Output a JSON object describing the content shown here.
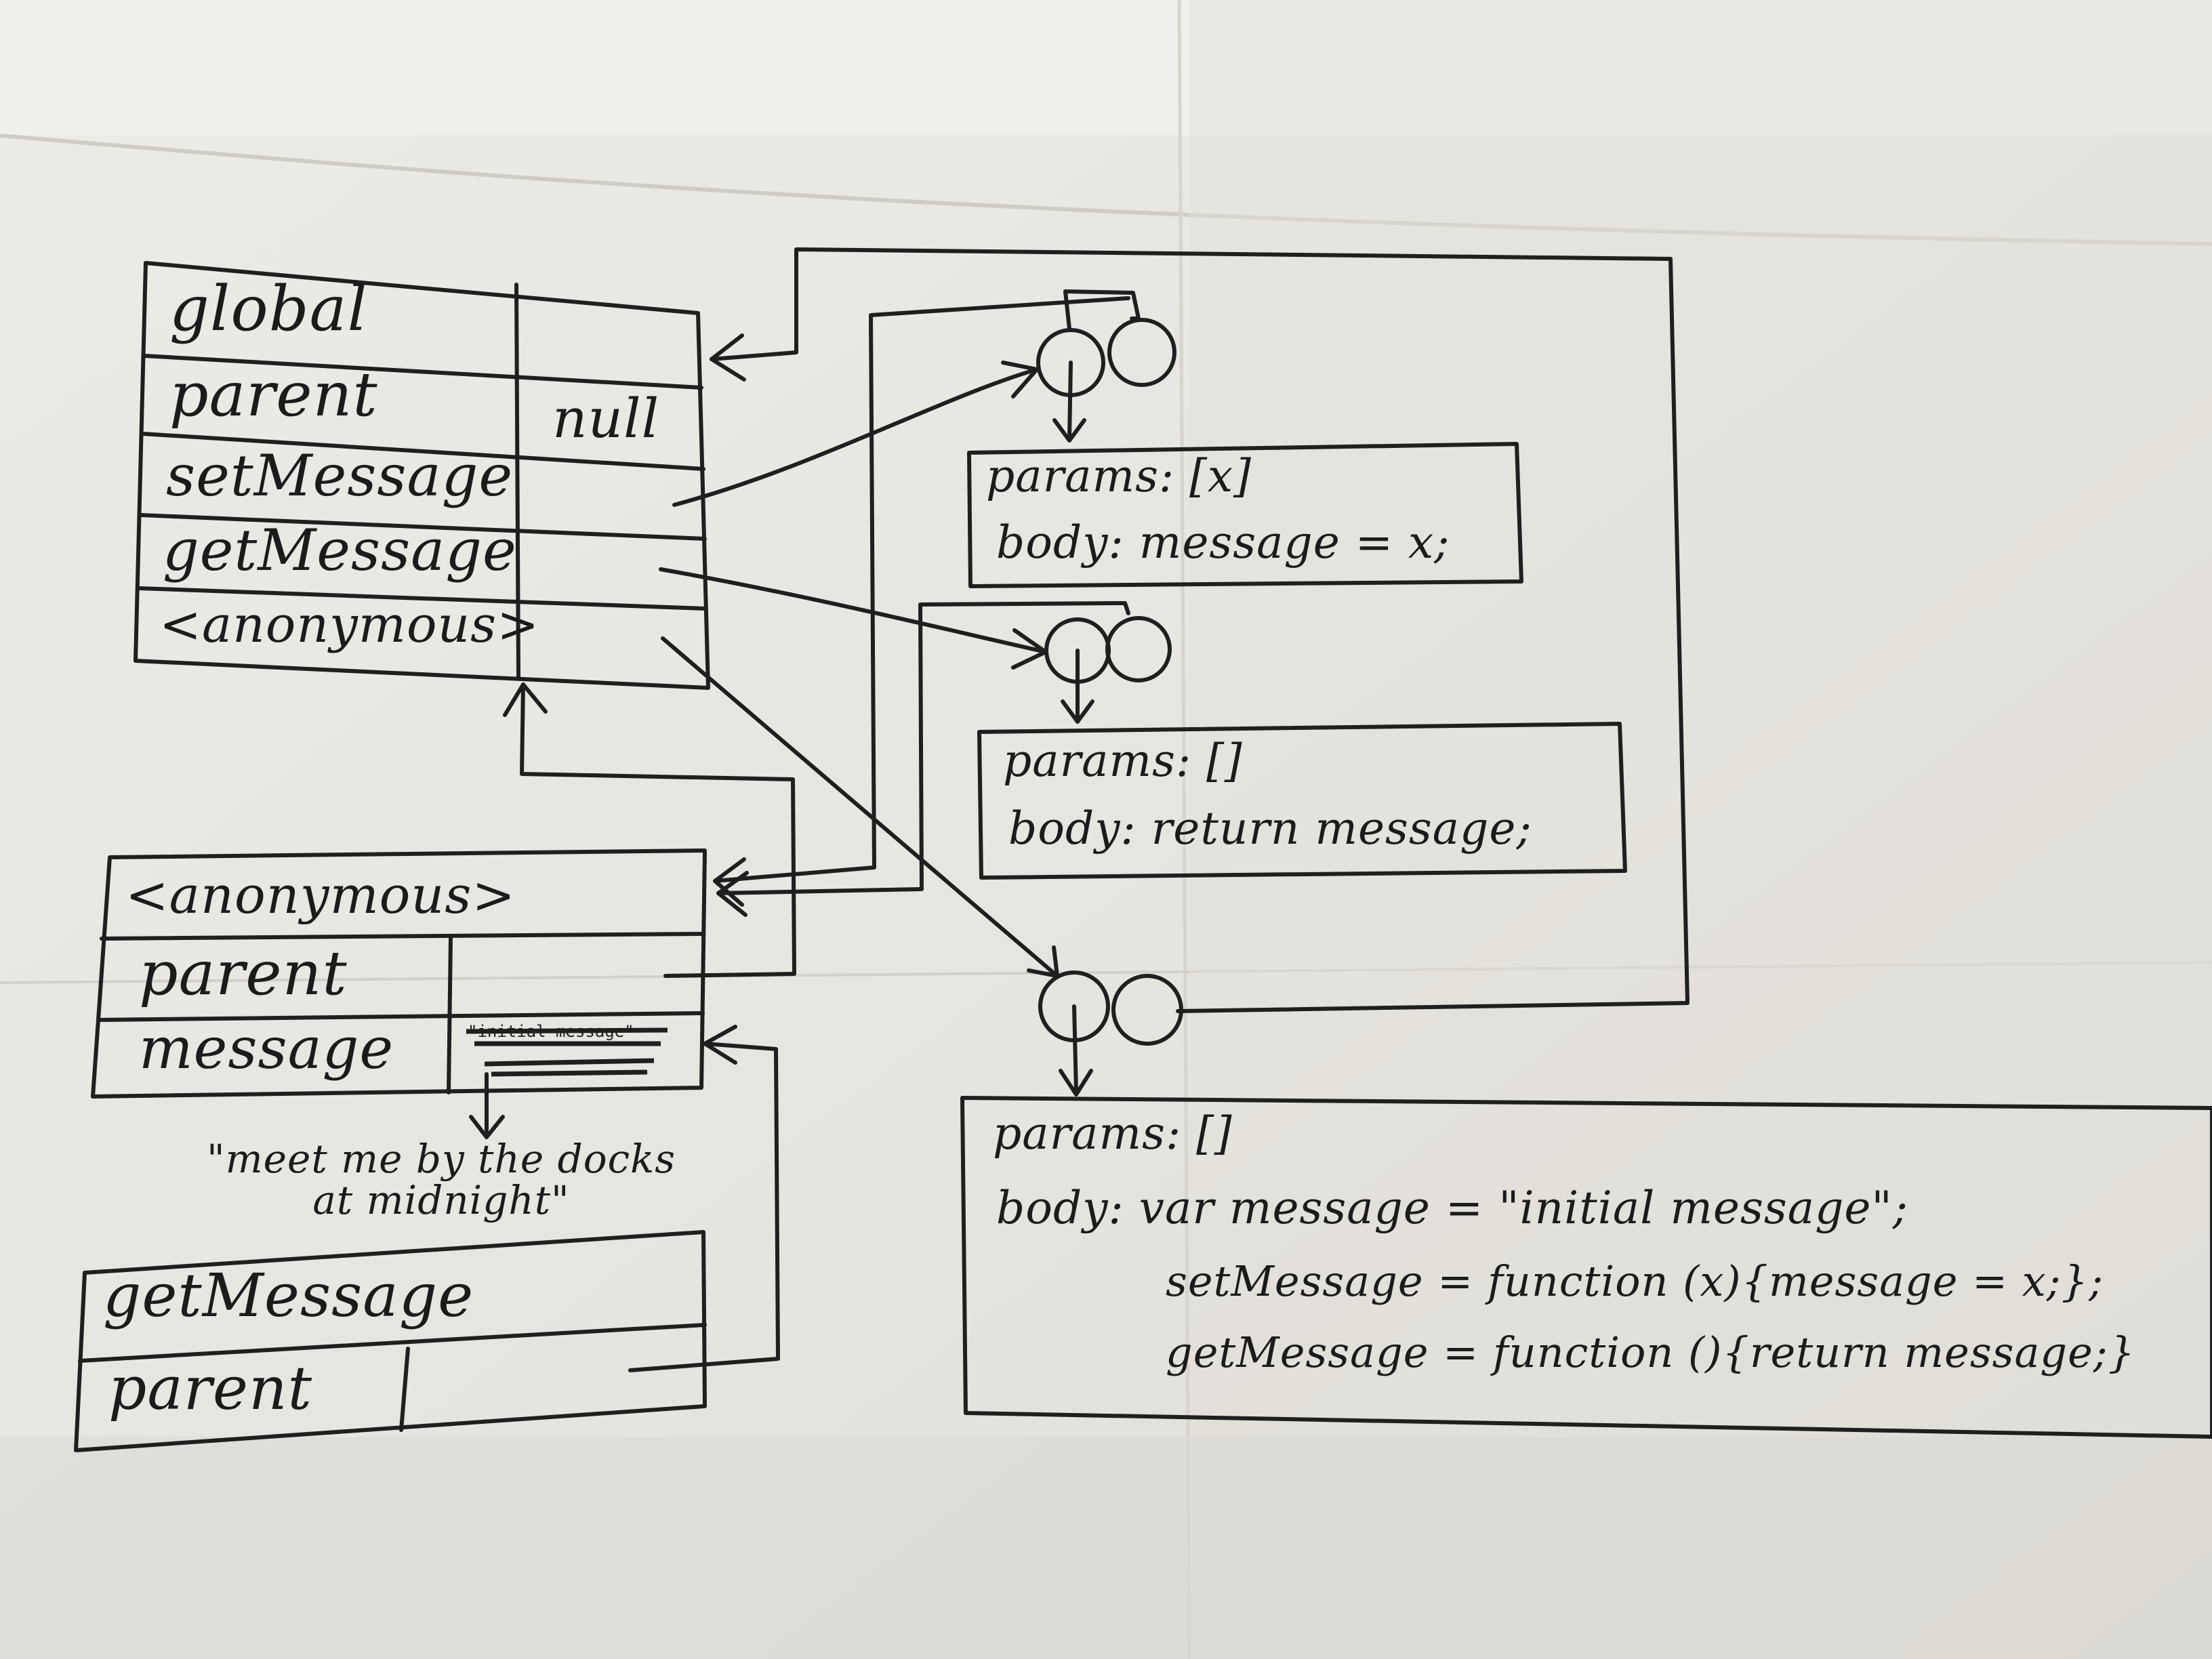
{
  "colors": {
    "paper": "#e6e4df",
    "ink": "#1f1f1f"
  },
  "global_frame": {
    "title": "global",
    "rows": [
      {
        "name": "parent",
        "value": "null"
      },
      {
        "name": "setMessage",
        "value": ""
      },
      {
        "name": "getMessage",
        "value": ""
      },
      {
        "name": "<anonymous>",
        "value": ""
      }
    ]
  },
  "anonymous_frame": {
    "title": "<anonymous>",
    "rows": [
      {
        "name": "parent",
        "value": ""
      },
      {
        "name": "message",
        "value": ""
      }
    ],
    "crossed_value": "\"initial message\"",
    "new_value": "\"meet me by the docks\nat midnight\""
  },
  "getmessage_frame": {
    "title": "getMessage",
    "rows": [
      {
        "name": "parent",
        "value": ""
      }
    ]
  },
  "set_message_fn": {
    "params": "params: [x]",
    "body": "body: message = x;"
  },
  "get_message_fn": {
    "params": "params: []",
    "body": "body: return message;"
  },
  "anonymous_fn": {
    "params": "params: []",
    "body_1": "body: var message = \"initial message\";",
    "body_2": "setMessage = function (x){message = x;};",
    "body_3": "getMessage = function (){return message;}"
  }
}
